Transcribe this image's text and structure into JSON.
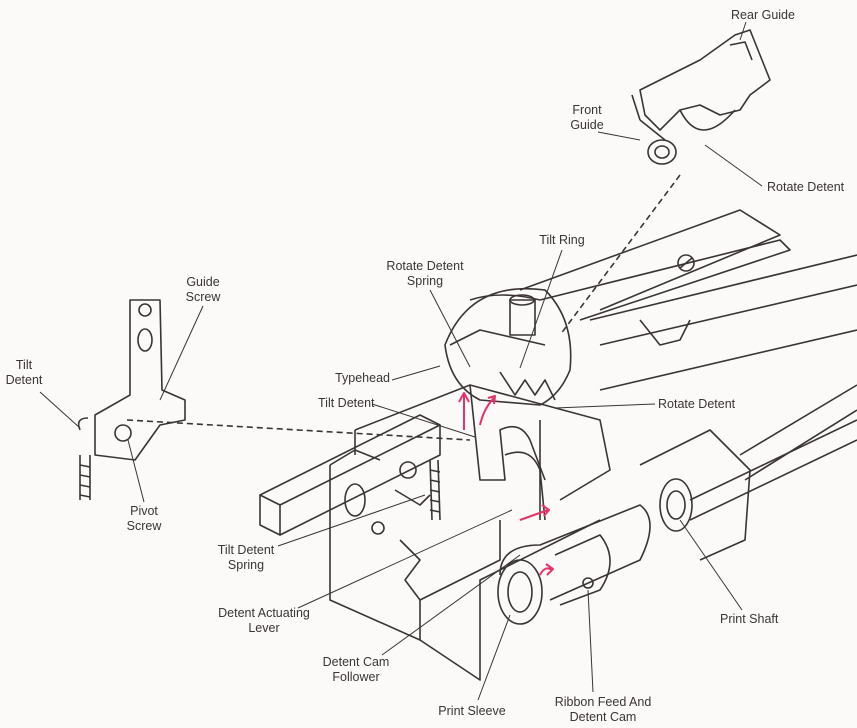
{
  "labels": {
    "rear_guide": "Rear Guide",
    "front_guide": [
      "Front",
      "Guide"
    ],
    "rotate_detent_top": "Rotate Detent",
    "tilt_ring": "Tilt Ring",
    "rotate_detent_spring": [
      "Rotate Detent",
      "Spring"
    ],
    "guide_screw": [
      "Guide",
      "Screw"
    ],
    "tilt_detent_left": [
      "Tilt",
      "Detent"
    ],
    "typehead": "Typehead",
    "tilt_detent_mid": "Tilt Detent",
    "rotate_detent_right": "Rotate Detent",
    "pivot_screw": [
      "Pivot",
      "Screw"
    ],
    "tilt_detent_spring": [
      "Tilt Detent",
      "Spring"
    ],
    "detent_actuating_lever": [
      "Detent Actuating",
      "Lever"
    ],
    "detent_cam_follower": [
      "Detent Cam",
      "Follower"
    ],
    "print_shaft": "Print Shaft",
    "print_sleeve": "Print Sleeve",
    "ribbon_feed_detent_cam": [
      "Ribbon Feed And",
      "Detent Cam"
    ]
  },
  "colors": {
    "line": "#3a3435",
    "arrow": "#e8336a",
    "background": "#fbfaf8"
  }
}
